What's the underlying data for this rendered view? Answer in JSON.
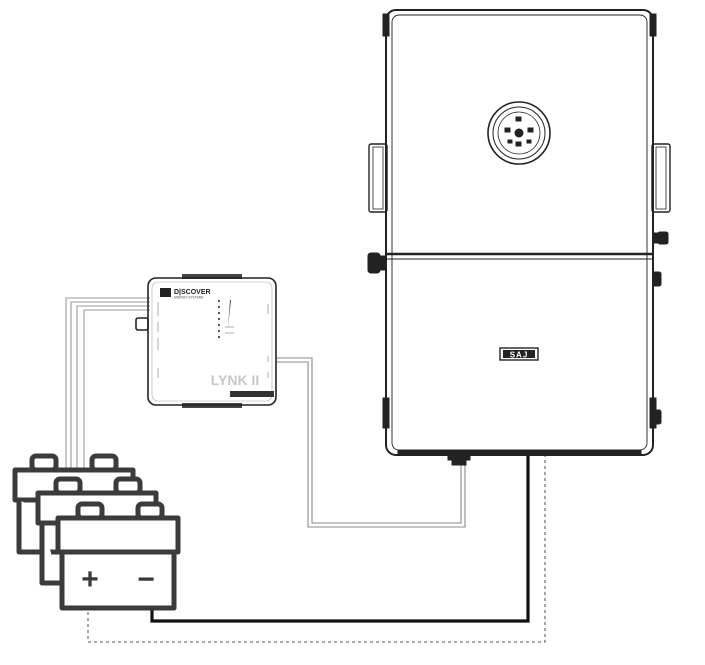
{
  "lynk": {
    "brand": "D|SCOVER",
    "tagline": "ENERGY SYSTEMS",
    "model": "LYNK II"
  },
  "inverter": {
    "brand": "SAJ"
  },
  "battery": {
    "plus": "+",
    "minus": "−"
  }
}
